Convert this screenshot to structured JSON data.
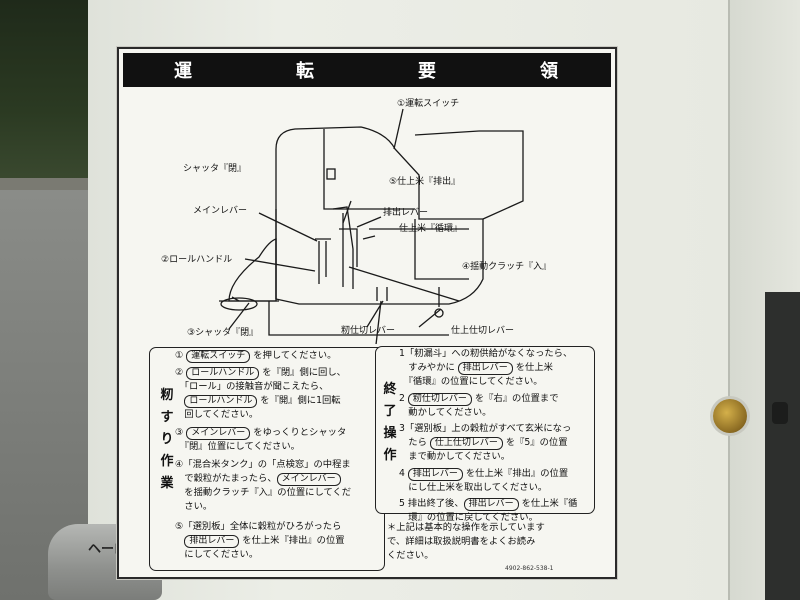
{
  "sign": {
    "title_chars": [
      "運",
      "転",
      "要",
      "領"
    ],
    "diagram_labels": {
      "run_switch": "①運転スイッチ",
      "shutter_closed": "シャッタ『閉』",
      "finished_rice_out": "⑤仕上米『排出』",
      "main_lever": "メインレバー",
      "discharge_lever": "排出レバー",
      "finished_rice_cycle": "仕上米『循環』",
      "roll_handle": "②ロールハンドル",
      "swing_clutch": "④揺動クラッチ『入』",
      "shutter_closed_3": "③シャッタ『閉』",
      "paddy_lever": "籾仕切レバー",
      "finish_lever": "仕上仕切レバー"
    },
    "hulling": {
      "title_chars": [
        "籾",
        "す",
        "り",
        "作",
        "業"
      ],
      "lines": [
        {
          "pre": "① ",
          "btn": "運転スイッチ",
          "post": " を押してください。"
        },
        {
          "pre": "② ",
          "btn": "ロールハンドル",
          "post": " を『閉』側に回し、"
        },
        {
          "pre": "　「ロール」の接触音が聞こえたら、",
          "btn": "",
          "post": ""
        },
        {
          "pre": "　",
          "btn": "ロールハンドル",
          "post": " を『開』側に1回転"
        },
        {
          "pre": "　回してください。",
          "btn": "",
          "post": ""
        },
        {
          "pre": "③ ",
          "btn": "メインレバー",
          "post": " をゆっくりとシャッタ"
        },
        {
          "pre": "　『閉』位置にしてください。",
          "btn": "",
          "post": ""
        },
        {
          "pre": "④「混合米タンク」の「点検窓」の中程ま",
          "btn": "",
          "post": ""
        },
        {
          "pre": "　で穀粒がたまったら、",
          "btn": "メインレバー",
          "post": ""
        },
        {
          "pre": "　を揺動クラッチ『入』の位置にしてくだ",
          "btn": "",
          "post": ""
        },
        {
          "pre": "　さい。",
          "btn": "",
          "post": ""
        },
        {
          "pre": "⑤「選別板」全体に穀粒がひろがったら",
          "btn": "",
          "post": ""
        },
        {
          "pre": "　",
          "btn": "排出レバー",
          "post": " を仕上米『排出』の位置"
        },
        {
          "pre": "　にしてください。",
          "btn": "",
          "post": ""
        }
      ]
    },
    "shutdown": {
      "title_chars": [
        "終",
        "了",
        "操",
        "作"
      ],
      "lines": [
        {
          "pre": "1「籾漏斗」への籾供給がなくなったら、",
          "btn": "",
          "post": ""
        },
        {
          "pre": "　すみやかに ",
          "btn": "排出レバー",
          "post": " を仕上米"
        },
        {
          "pre": "　『循環』の位置にしてください。",
          "btn": "",
          "post": ""
        },
        {
          "pre": "2 ",
          "btn": "籾仕切レバー",
          "post": " を『右』の位置まで"
        },
        {
          "pre": "　動かしてください。",
          "btn": "",
          "post": ""
        },
        {
          "pre": "3「選別板」上の穀粒がすべて玄米になっ",
          "btn": "",
          "post": ""
        },
        {
          "pre": "　たら ",
          "btn": "仕上仕切レバー",
          "post": " を『5』の位置"
        },
        {
          "pre": "　まで動かしてください。",
          "btn": "",
          "post": ""
        },
        {
          "pre": "4 ",
          "btn": "排出レバー",
          "post": " を仕上米『排出』の位置"
        },
        {
          "pre": "　にし仕上米を取出してください。",
          "btn": "",
          "post": ""
        },
        {
          "pre": "5 排出終了後、",
          "btn": "排出レバー",
          "post": " を仕上米『循"
        },
        {
          "pre": "　環』の位置に戻してください。",
          "btn": "",
          "post": ""
        }
      ]
    },
    "note_lines": [
      "＊上記は基本的な操作を示しています",
      "で、詳細は取扱説明書をよくお読み",
      "ください。"
    ],
    "part_number": "4902-862-538-1"
  },
  "knob": {
    "label": "ヘーロ"
  },
  "colors": {
    "panel": "#e9ebe4",
    "sign_bg": "#f6f6f1",
    "ink": "#111111",
    "asphalt": "#6b6e6a"
  }
}
